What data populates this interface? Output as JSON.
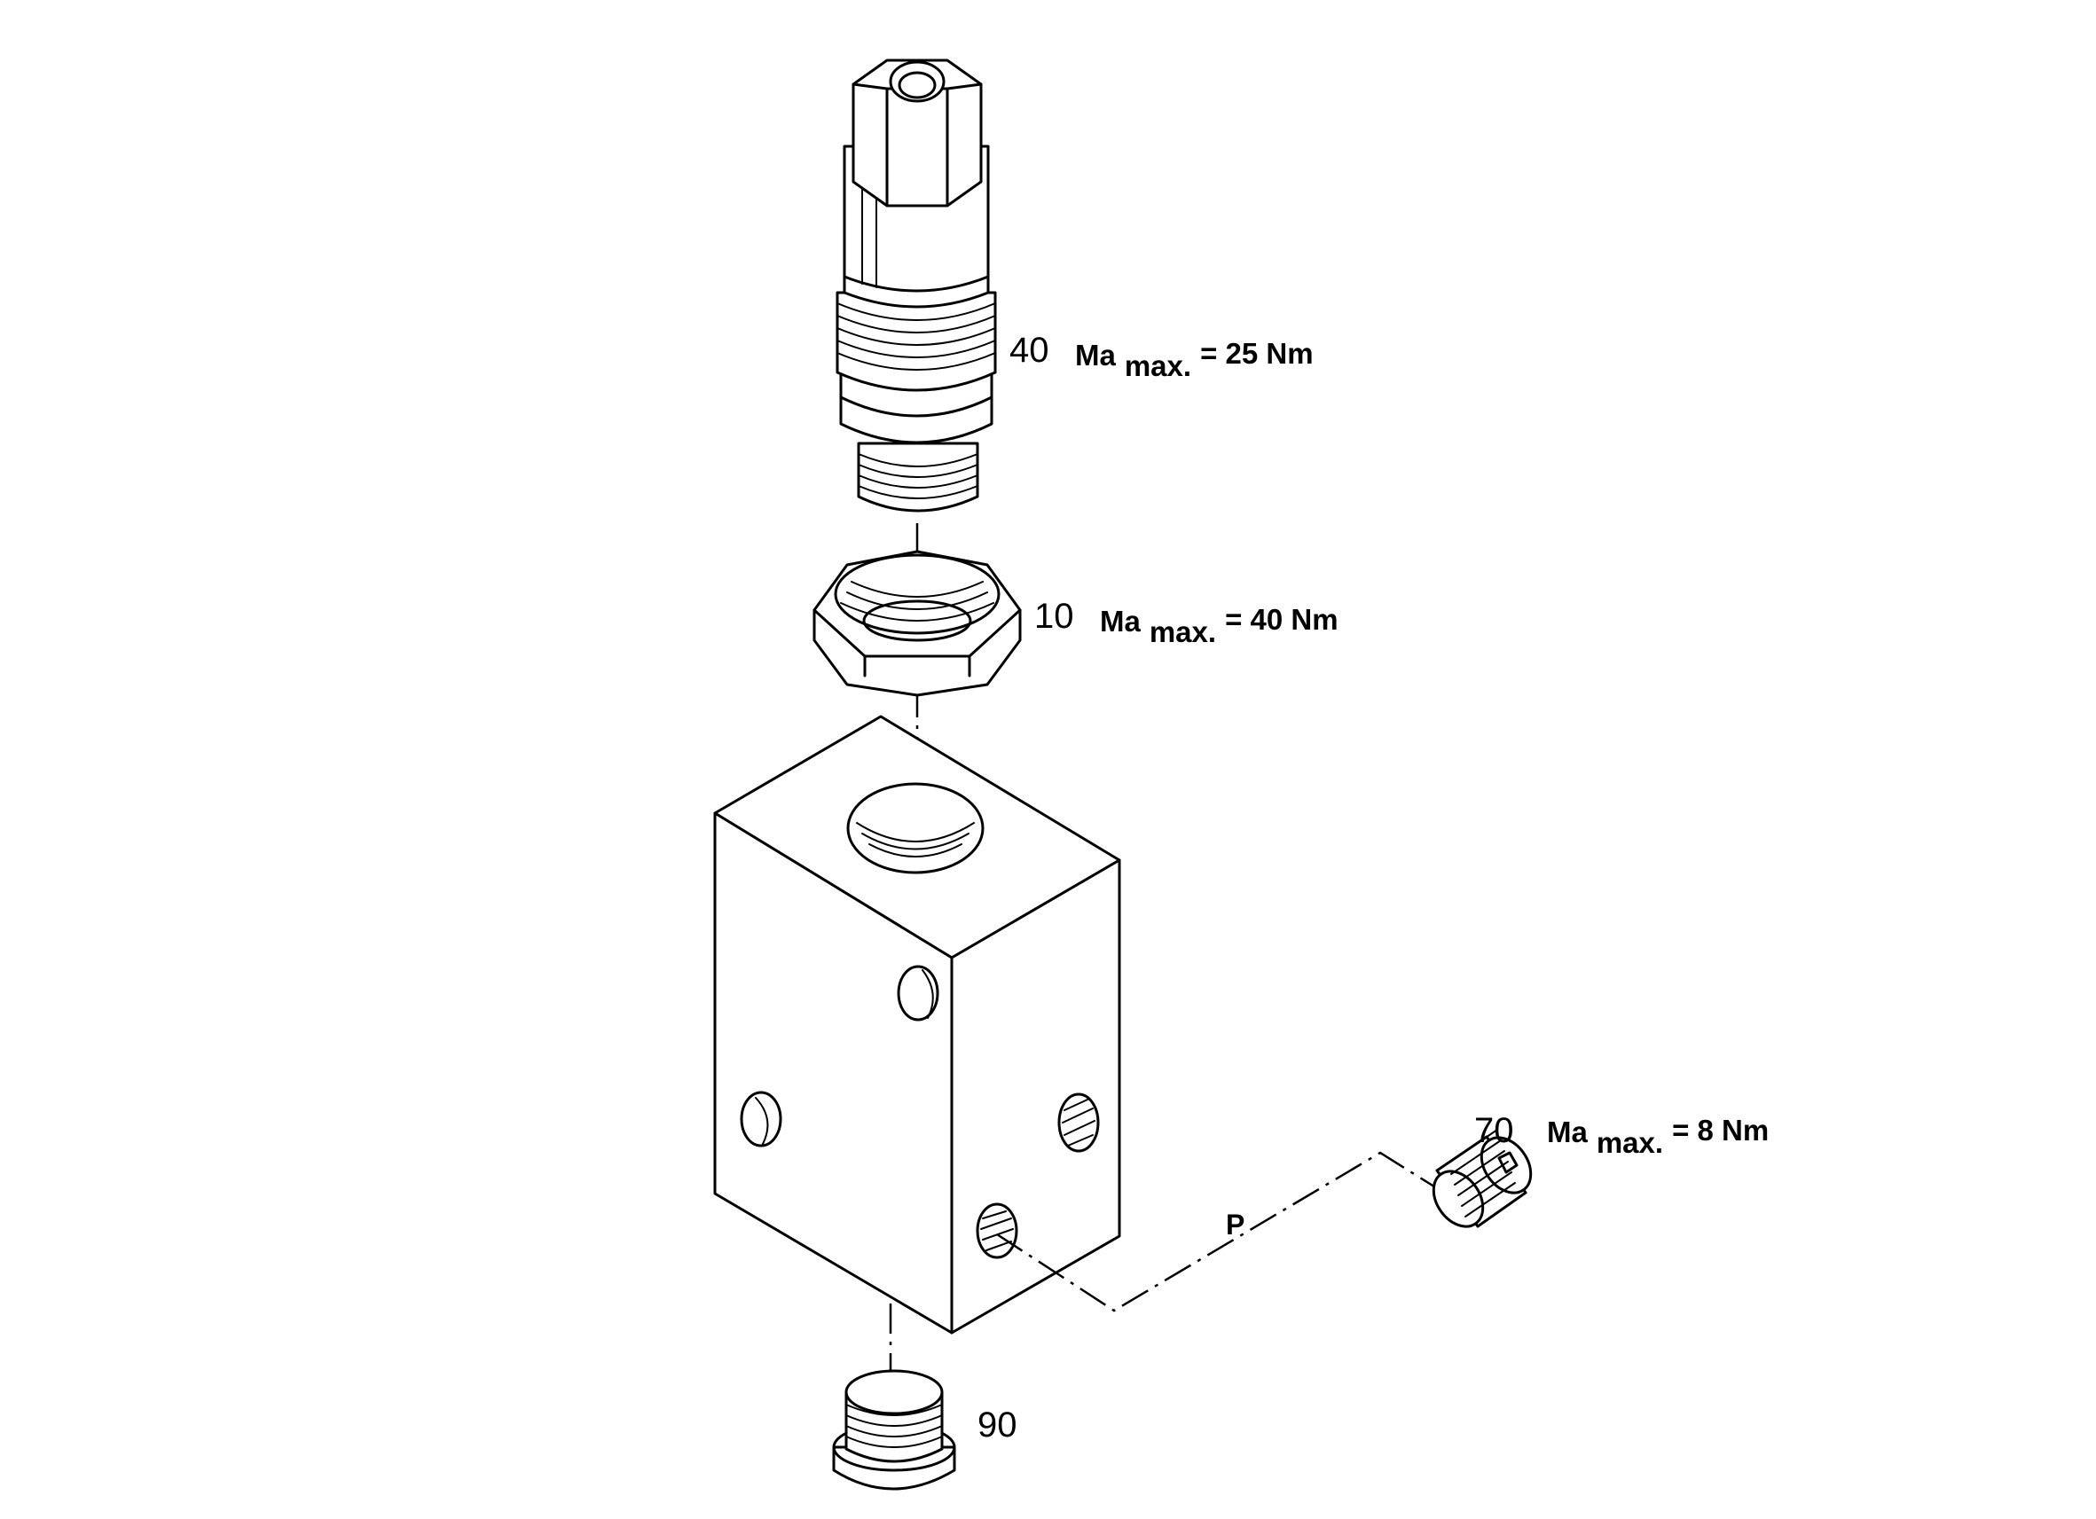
{
  "parts": [
    {
      "id": "p40",
      "number": "40",
      "torque_prefix": "Ma",
      "torque_sub": "max.",
      "torque_value": "= 25 Nm"
    },
    {
      "id": "p10",
      "number": "10",
      "torque_prefix": "Ma",
      "torque_sub": "max.",
      "torque_value": "= 40 Nm"
    },
    {
      "id": "p70",
      "number": "70",
      "torque_prefix": "Ma",
      "torque_sub": "max.",
      "torque_value": "= 8 Nm"
    },
    {
      "id": "p90",
      "number": "90"
    }
  ],
  "port_label": "P"
}
